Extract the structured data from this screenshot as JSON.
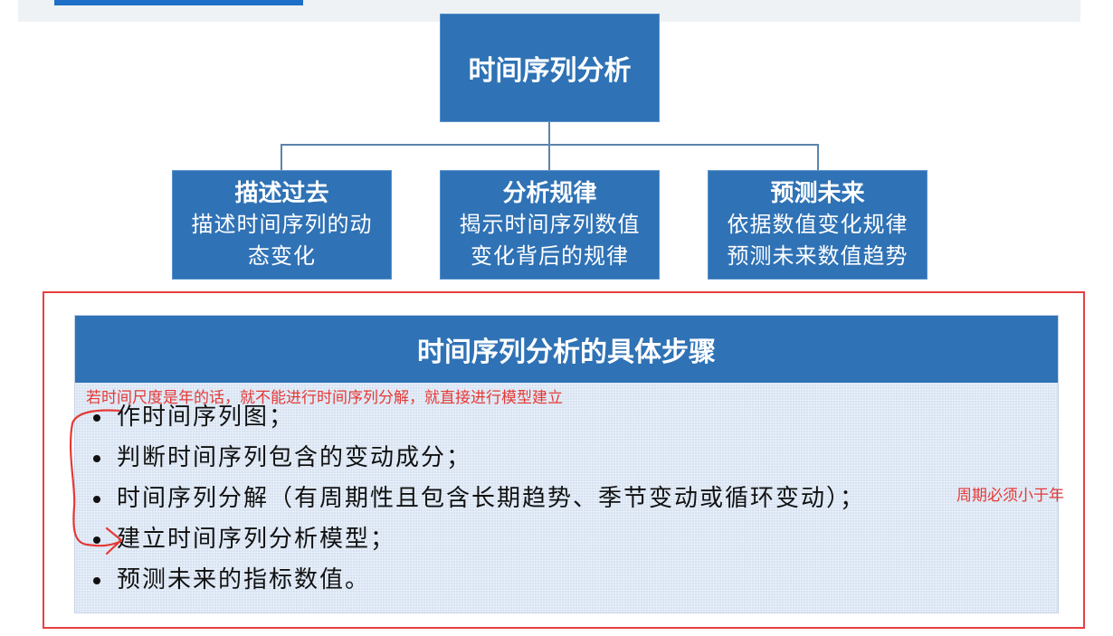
{
  "diagram": {
    "root": "时间序列分析",
    "children": [
      {
        "title": "描述过去",
        "desc_line1": "描述时间序列的动",
        "desc_line2": "态变化"
      },
      {
        "title": "分析规律",
        "desc_line1": "揭示时间序列数值",
        "desc_line2": "变化背后的规律"
      },
      {
        "title": "预测未来",
        "desc_line1": "依据数值变化规律",
        "desc_line2": "预测未来数值趋势"
      }
    ]
  },
  "steps": {
    "title": "时间序列分析的具体步骤",
    "items": [
      "作时间序列图；",
      "判断时间序列包含的变动成分；",
      "时间序列分解（有周期性且包含长期趋势、季节变动或循环变动）；",
      "建立时间序列分析模型；",
      "预测未来的指标数值。"
    ]
  },
  "annotations": {
    "note_top": "若时间尺度是年的话，就不能进行时间序列分解，就直接进行模型建立",
    "note_right": "周期必须小于年"
  },
  "colors": {
    "box_blue": "#2f72b5",
    "panel_light": "#d6e2f2",
    "annotation_red": "#e53935"
  }
}
